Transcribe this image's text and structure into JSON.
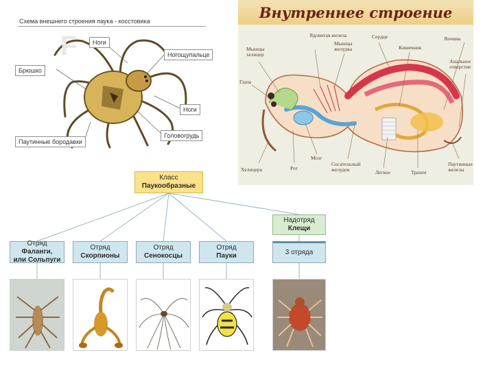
{
  "external": {
    "title": "Схема внешнего строения паука - косcтовика",
    "labels": {
      "legs": "Ноги",
      "belly": "Брюшко",
      "pedipalps": "Ногощупальце",
      "eyes": "Ноги",
      "cephalothorax": "Головогрудь",
      "spinnerets": "Паутинные бородавки"
    }
  },
  "internal": {
    "title": "Внутреннее строение",
    "labels": {
      "poison_gland": "Ядовитая железа",
      "heart": "Сердце",
      "ovary": "Яичник",
      "chelicera_muscles": "Мышцы хелицер",
      "stomach_muscles": "Мышцы желудка",
      "intestine": "Кишечник",
      "anal": "Анальное отверстие",
      "eyes": "Глаза",
      "chelicera": "Хелицера",
      "mouth": "Рот",
      "brain": "Мозг",
      "sucking_stomach": "Сосательный желудок",
      "lung": "Легкое",
      "trachea": "Трахеи",
      "silk_glands": "Паутинные железы"
    }
  },
  "taxonomy": {
    "class_line1": "Класс",
    "class_line2": "Паукообразные",
    "superorder_line1": "Надотряд",
    "superorder_line2": "Клещи",
    "ticks_orders": "3 отряда",
    "orders": [
      {
        "line1": "Отряд",
        "line2": "Фаланги,",
        "line3": "или Сольпуги"
      },
      {
        "line1": "Отряд",
        "line2": "Скорпионы",
        "line3": ""
      },
      {
        "line1": "Отряд",
        "line2": "Сенокосцы",
        "line3": ""
      },
      {
        "line1": "Отряд",
        "line2": "Пауки",
        "line3": ""
      }
    ]
  }
}
